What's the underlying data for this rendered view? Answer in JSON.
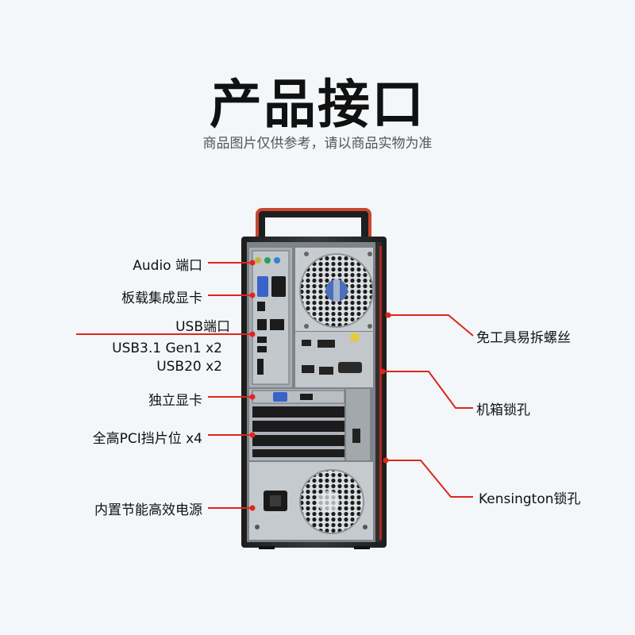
{
  "title": "产品接口",
  "subtitle": "商品图片仅供参考，请以商品实物为准",
  "labels_left": [
    "Audio 端口",
    "板载集成显卡",
    "USB端口",
    "USB3.1 Gen1 x2",
    "USB20 x2",
    "独立显卡",
    "全高PCI挡片位 x4",
    "内置节能高效电源"
  ],
  "labels_right": [
    "免工具易拆螺丝",
    "机箱锁孔",
    "Kensington锁孔"
  ],
  "colors": {
    "accent": "#e0251b",
    "case": "#2a2a2a",
    "panel": "#8d9298",
    "panel_light": "#b4b9be"
  }
}
